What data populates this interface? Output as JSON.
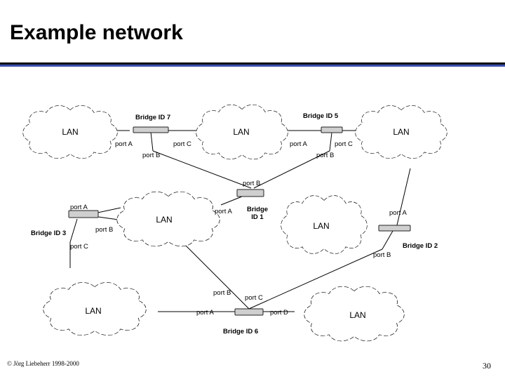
{
  "slide": {
    "title": "Example network",
    "copyright": "© Jörg Liebeherr 1998-2000",
    "page_number": "30"
  },
  "lan_label": "LAN",
  "bridges": {
    "b7": {
      "label": "Bridge ID 7"
    },
    "b5": {
      "label": "Bridge ID 5"
    },
    "b1": {
      "label_line1": "Bridge",
      "label_line2": "ID 1"
    },
    "b3": {
      "label": "Bridge ID 3"
    },
    "b2": {
      "label": "Bridge ID 2"
    },
    "b6": {
      "label": "Bridge ID 6"
    }
  },
  "ports": {
    "b7_a": "port A",
    "b7_c": "port C",
    "b7_b": "port B",
    "b5_a": "port A",
    "b5_c": "port C",
    "b5_b": "port B",
    "b1_b": "port B",
    "b1_a": "port A",
    "b3_a": "port A",
    "b3_b": "port B",
    "b3_c": "port C",
    "b2_a": "port A",
    "b2_b": "port B",
    "b6_b": "port B",
    "b6_c": "port C",
    "b6_a": "port A",
    "b6_d": "port D"
  },
  "colors": {
    "title_rule_dark": "#111111",
    "title_rule_blue": "#3a4fb0",
    "cloud_stroke": "#000000",
    "bridge_fill": "#cfcfcf"
  }
}
